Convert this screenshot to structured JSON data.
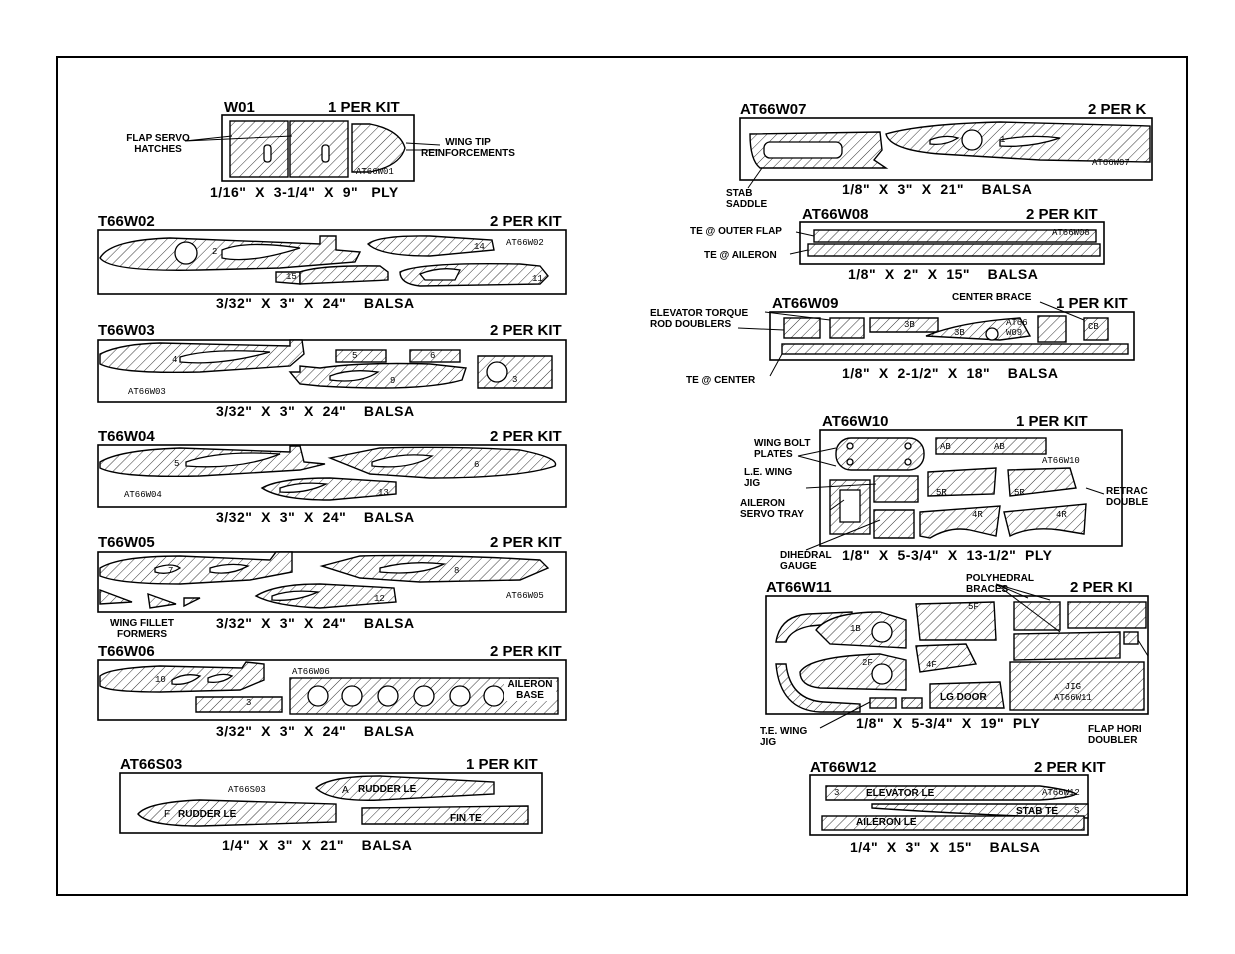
{
  "sheets": {
    "w01": {
      "code": "W01",
      "qty": "1 PER KIT",
      "stamp": "AT66W01",
      "size": "1/16\"  X  3-1/4\"  X  9\"   PLY",
      "callouts": {
        "flap_servo": "FLAP SERVO\nHATCHES",
        "wing_tip": "WING TIP\nREINFORCEMENTS"
      }
    },
    "w02": {
      "code": "T66W02",
      "qty": "2 PER KIT",
      "stamp": "AT66W02",
      "size": "3/32\"  X  3\"  X  24\"    BALSA",
      "part_numbers": [
        "2",
        "14",
        "15",
        "11"
      ]
    },
    "w03": {
      "code": "T66W03",
      "qty": "2 PER KIT",
      "stamp": "AT66W03",
      "size": "3/32\"  X  3\"  X  24\"    BALSA",
      "part_numbers": [
        "4",
        "5",
        "6",
        "9",
        "3"
      ]
    },
    "w04": {
      "code": "T66W04",
      "qty": "2 PER KIT",
      "stamp": "AT66W04",
      "size": "3/32\"  X  3\"  X  24\"    BALSA",
      "part_numbers": [
        "5",
        "6",
        "13"
      ]
    },
    "w05": {
      "code": "T66W05",
      "qty": "2 PER KIT",
      "stamp": "AT66W05",
      "size": "3/32\"  X  3\"  X  24\"    BALSA",
      "part_numbers": [
        "7",
        "8",
        "12"
      ],
      "callouts": {
        "fillet": "WING FILLET\nFORMERS"
      }
    },
    "w06": {
      "code": "T66W06",
      "qty": "2 PER KIT",
      "stamp": "AT66W06",
      "size": "3/32\"  X  3\"  X  24\"    BALSA",
      "part_numbers": [
        "10",
        "3"
      ],
      "aileron_base": "AILERON\nBASE"
    },
    "s03": {
      "code": "AT66S03",
      "qty": "1 PER KIT",
      "stamp": "AT66S03",
      "size": "1/4\"  X  3\"  X  21\"    BALSA",
      "labels": {
        "rudder_le_top": "RUDDER LE",
        "rudder_le_bottom": "RUDDER LE",
        "fin_te": "FIN TE",
        "a": "A",
        "f": "F"
      }
    },
    "w07": {
      "code": "AT66W07",
      "qty": "2 PER K",
      "stamp": "AT66W07",
      "size": "1/8\"  X  3\"  X  21\"    BALSA",
      "part_numbers": [
        "1"
      ],
      "callouts": {
        "stab_saddle": "STAB\nSADDLE"
      }
    },
    "w08": {
      "code": "AT66W08",
      "qty": "2 PER KIT",
      "stamp": "AT66W08",
      "size": "1/8\"  X  2\"  X  15\"    BALSA",
      "callouts": {
        "outer_flap": "TE @ OUTER FLAP",
        "aileron": "TE @ AILERON"
      }
    },
    "w09": {
      "code": "AT66W09",
      "qty": "1 PER KIT",
      "stamp": "AT66\nW09",
      "size": "1/8\"  X  2-1/2\"  X  18\"    BALSA",
      "labels": {
        "3b_a": "3B",
        "3b_b": "3B",
        "cb": "CB"
      },
      "callouts": {
        "elevator": "ELEVATOR TORQUE\nROD DOUBLERS",
        "center_brace": "CENTER BRACE",
        "te_center": "TE @ CENTER"
      }
    },
    "w10": {
      "code": "AT66W10",
      "qty": "1 PER KIT",
      "stamp": "AT66W10",
      "size": "1/8\"  X  5-3/4\"  X  13-1/2\"  PLY",
      "labels": {
        "ab1": "AB",
        "ab2": "AB",
        "r5a": "5R",
        "r5b": "5R",
        "r4a": "4R",
        "r4b": "4R"
      },
      "callouts": {
        "wing_bolt": "WING BOLT\nPLATES",
        "le_jig": "L.E. WING\nJIG",
        "servo_tray": "AILERON\nSERVO TRAY",
        "dihedral": "DIHEDRAL\nGAUGE",
        "retract": "RETRAC\nDOUBLE"
      }
    },
    "w11": {
      "code": "AT66W11",
      "qty": "2 PER KI",
      "stamp": "JIG\nAT66W11",
      "size": "1/8\"  X  5-3/4\"  X  19\"  PLY",
      "labels": {
        "1b": "1B",
        "2f": "2F",
        "5f": "5F",
        "4f": "4F",
        "lg_door": "LG DOOR"
      },
      "callouts": {
        "poly": "POLYHEDRAL\nBRACES",
        "te_jig": "T.E. WING\nJIG",
        "flap_horn": "FLAP HORI\nDOUBLER"
      }
    },
    "w12": {
      "code": "AT66W12",
      "qty": "2 PER KIT",
      "stamp": "AT66W12",
      "size": "1/4\"  X  3\"  X  15\"    BALSA",
      "labels": {
        "elevator_le": "ELEVATOR LE",
        "stab_te": "STAB TE",
        "aileron_le": "AILERON LE",
        "n3": "3",
        "s": "S"
      }
    }
  }
}
